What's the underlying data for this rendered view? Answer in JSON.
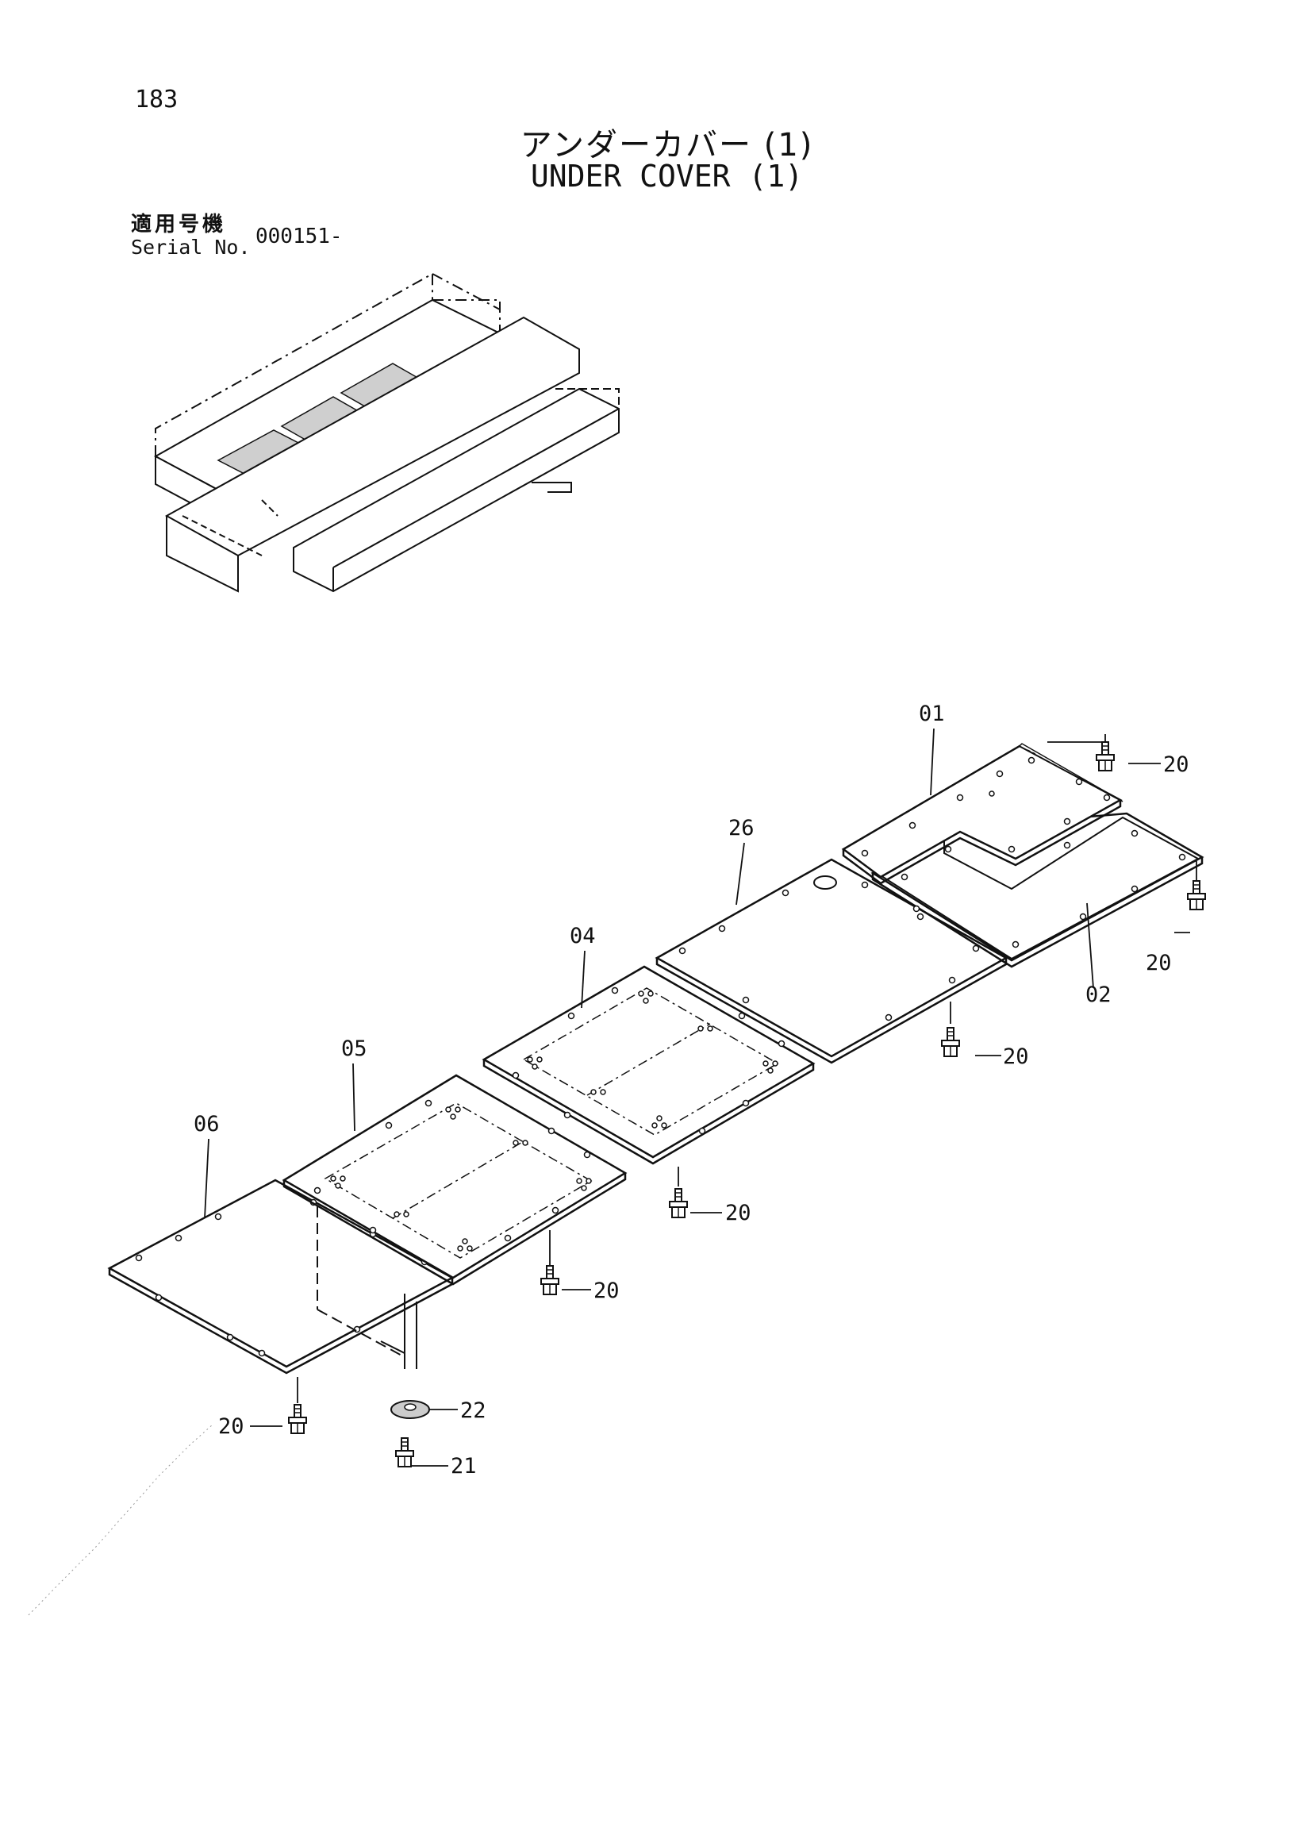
{
  "page_number": "183",
  "title_jp": "アンダーカバー (1)",
  "title_en": "UNDER COVER (1)",
  "serial": {
    "label_jp": "適用号機",
    "label_en": "Serial No.",
    "value": "000151-"
  },
  "callouts": {
    "p01": "01",
    "p02": "02",
    "p04": "04",
    "p05": "05",
    "p06": "06",
    "p26": "26",
    "p20": "20",
    "p21": "21",
    "p22": "22"
  }
}
